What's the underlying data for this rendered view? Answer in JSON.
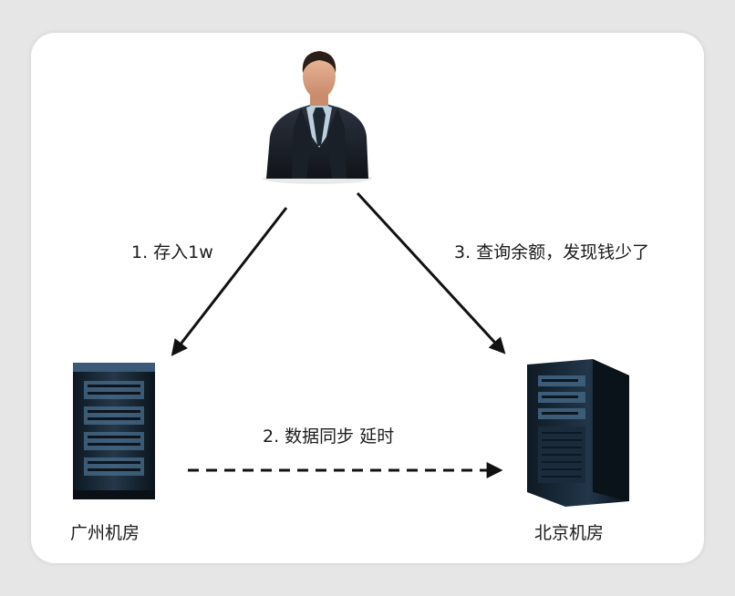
{
  "steps": {
    "deposit": "1. 存入1w",
    "sync": "2. 数据同步 延时",
    "query": "3. 查询余额，发现钱少了"
  },
  "nodes": {
    "guangzhou": "广州机房",
    "beijing": "北京机房"
  },
  "icons": {
    "user": "businessman-icon",
    "server_left": "server-rack-icon",
    "server_right": "server-tower-icon"
  }
}
